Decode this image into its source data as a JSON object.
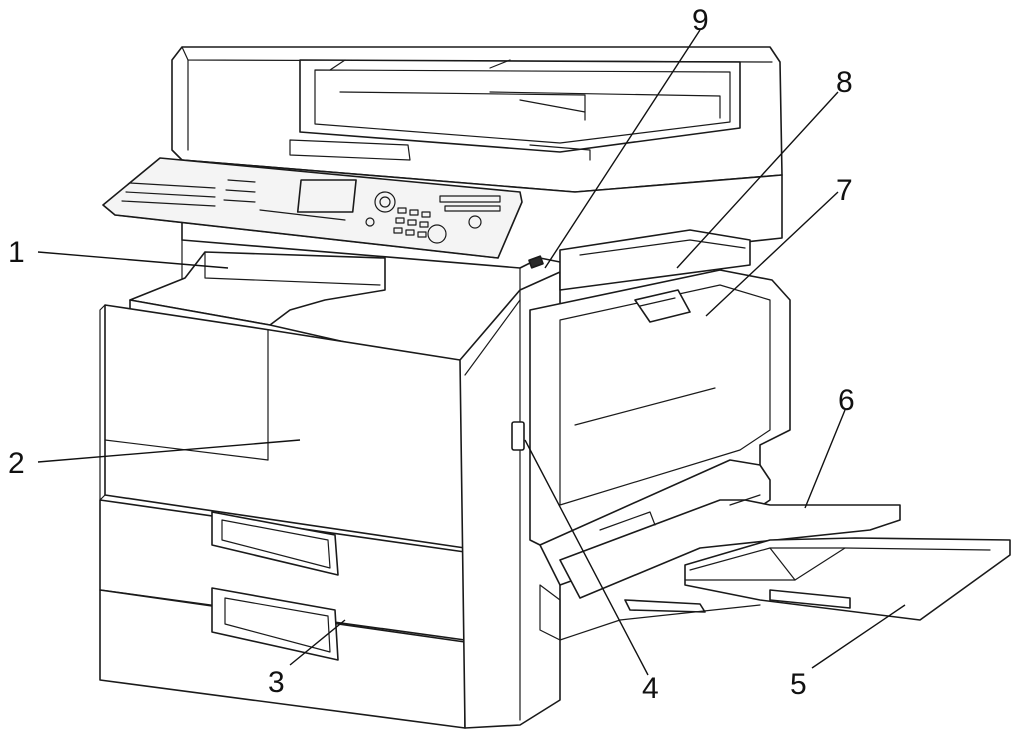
{
  "diagram": {
    "callouts": [
      {
        "id": "c1",
        "number": "1"
      },
      {
        "id": "c2",
        "number": "2"
      },
      {
        "id": "c3",
        "number": "3"
      },
      {
        "id": "c4",
        "number": "4"
      },
      {
        "id": "c5",
        "number": "5"
      },
      {
        "id": "c6",
        "number": "6"
      },
      {
        "id": "c7",
        "number": "7"
      },
      {
        "id": "c8",
        "number": "8"
      },
      {
        "id": "c9",
        "number": "9"
      }
    ]
  }
}
